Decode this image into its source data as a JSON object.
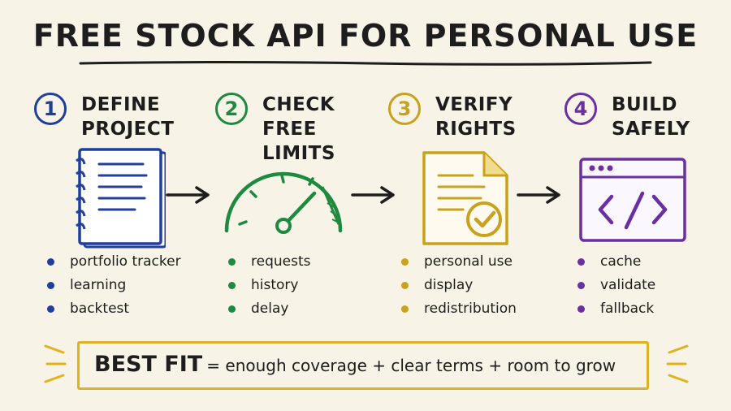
{
  "title": "Free Stock API for Personal Use",
  "steps": [
    {
      "number": "1",
      "title_line1": "Define",
      "title_line2": "Project",
      "color": "#1f3f9e",
      "icon": "notebook-icon",
      "bullets": [
        "portfolio tracker",
        "learning",
        "backtest"
      ]
    },
    {
      "number": "2",
      "title_line1": "Check",
      "title_line2": "Free Limits",
      "color": "#1e8a3f",
      "icon": "gauge-icon",
      "bullets": [
        "requests",
        "history",
        "delay"
      ]
    },
    {
      "number": "3",
      "title_line1": "Verify",
      "title_line2": "Rights",
      "color": "#c9a21c",
      "icon": "document-check-icon",
      "bullets": [
        "personal use",
        "display",
        "redistribution"
      ]
    },
    {
      "number": "4",
      "title_line1": "Build",
      "title_line2": "Safely",
      "color": "#6a2fa0",
      "icon": "code-window-icon",
      "bullets": [
        "cache",
        "validate",
        "fallback"
      ]
    }
  ],
  "banner": {
    "strong": "BEST FIT",
    "rest": "= enough coverage + clear terms + room to grow",
    "color": "#e0b21e"
  }
}
